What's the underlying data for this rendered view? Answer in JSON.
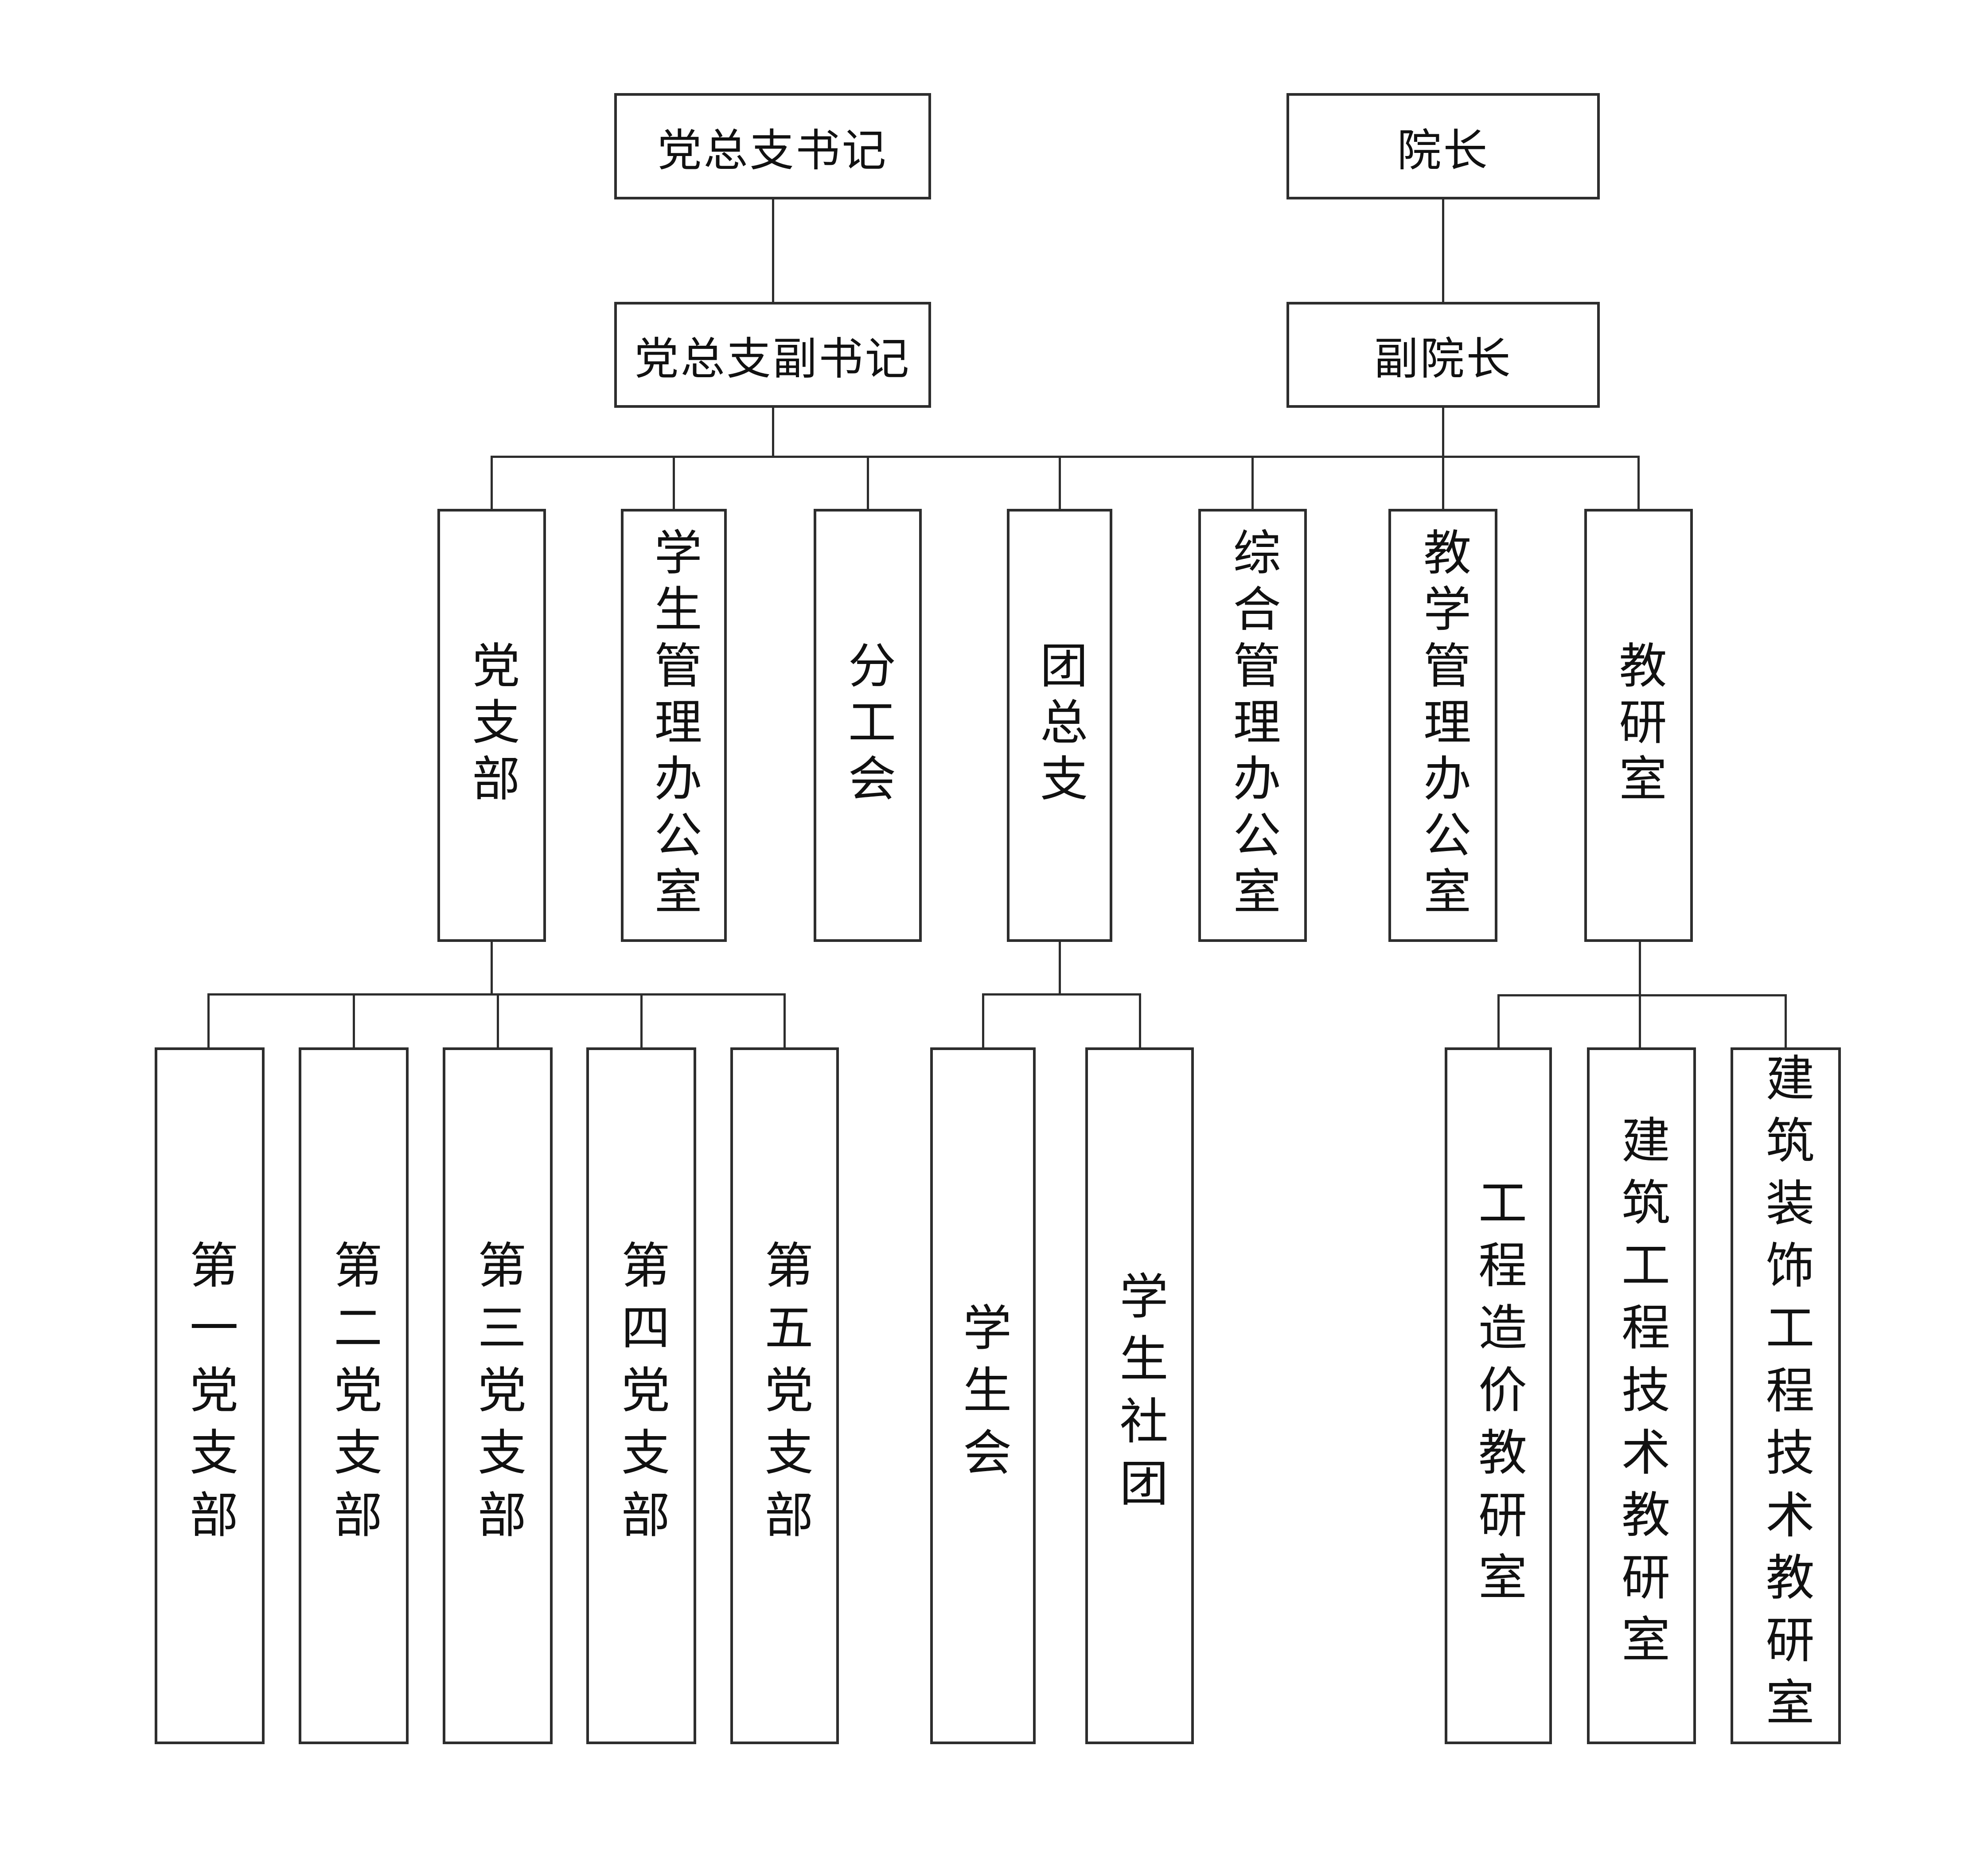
{
  "diagram": {
    "type": "org-chart",
    "background_color": "#ffffff",
    "line_color": "#2d2d2d",
    "text_color": "#111111",
    "nodes": {
      "party_secretary": {
        "label": "党总支书记"
      },
      "dean": {
        "label": "院长"
      },
      "deputy_party_secretary": {
        "label": "党总支副书记"
      },
      "vice_dean": {
        "label": "副院长"
      },
      "party_branch": {
        "label": "党支部"
      },
      "student_affairs_office": {
        "label": "学生管理办公室"
      },
      "union_branch": {
        "label": "分工会"
      },
      "youth_league_branch": {
        "label": "团总支"
      },
      "general_office": {
        "label": "综合管理办公室"
      },
      "teaching_office": {
        "label": "教学管理办公室"
      },
      "research_office": {
        "label": "教研室"
      },
      "party_branch_1": {
        "label": "第一党支部"
      },
      "party_branch_2": {
        "label": "第二党支部"
      },
      "party_branch_3": {
        "label": "第三党支部"
      },
      "party_branch_4": {
        "label": "第四党支部"
      },
      "party_branch_5": {
        "label": "第五党支部"
      },
      "student_union": {
        "label": "学生会"
      },
      "student_clubs": {
        "label": "学生社团"
      },
      "cost_research_office": {
        "label": "工程造价教研室"
      },
      "construction_research_office": {
        "label": "建筑工程技术教研室"
      },
      "decoration_research_office": {
        "label": "建筑装饰工程技术教研室"
      }
    },
    "edges": [
      [
        "party_secretary",
        "deputy_party_secretary"
      ],
      [
        "dean",
        "vice_dean"
      ],
      [
        "deputy_party_secretary",
        "party_branch"
      ],
      [
        "deputy_party_secretary",
        "student_affairs_office"
      ],
      [
        "deputy_party_secretary",
        "union_branch"
      ],
      [
        "deputy_party_secretary",
        "youth_league_branch"
      ],
      [
        "vice_dean",
        "general_office"
      ],
      [
        "vice_dean",
        "teaching_office"
      ],
      [
        "vice_dean",
        "research_office"
      ],
      [
        "party_branch",
        "party_branch_1"
      ],
      [
        "party_branch",
        "party_branch_2"
      ],
      [
        "party_branch",
        "party_branch_3"
      ],
      [
        "party_branch",
        "party_branch_4"
      ],
      [
        "party_branch",
        "party_branch_5"
      ],
      [
        "youth_league_branch",
        "student_union"
      ],
      [
        "youth_league_branch",
        "student_clubs"
      ],
      [
        "research_office",
        "cost_research_office"
      ],
      [
        "research_office",
        "construction_research_office"
      ],
      [
        "research_office",
        "decoration_research_office"
      ]
    ]
  }
}
